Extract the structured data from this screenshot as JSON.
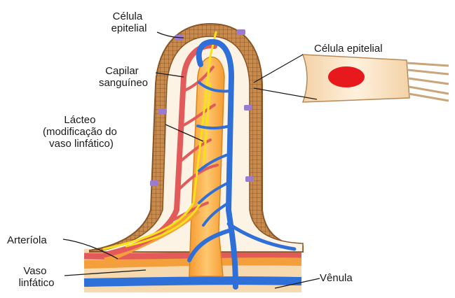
{
  "labels": {
    "celula_epitelial_top": [
      "Célula",
      "epitelial"
    ],
    "capilar": [
      "Capilar",
      "sanguíneo"
    ],
    "lacteo": [
      "Lácteo",
      "(modificação do",
      "vaso linfático)"
    ],
    "arteriola": "Arteríola",
    "vaso_linfatico": [
      "Vaso",
      "linfático"
    ],
    "venula": "Vênula",
    "celula_epitelial_right": "Célula epitelial"
  },
  "colors": {
    "epithelium": "#c98a4a",
    "epithelium_edge": "#8a5526",
    "cell_line": "#7a4a20",
    "goblet": "#9a7bd0",
    "lacteal": "#f5a84a",
    "artery": "#e25a5a",
    "vein": "#2f6fd8",
    "yellow_vessel": "#f7e21a",
    "nucleus": "#e8191c",
    "cell_fill": "#fbe6c8"
  }
}
